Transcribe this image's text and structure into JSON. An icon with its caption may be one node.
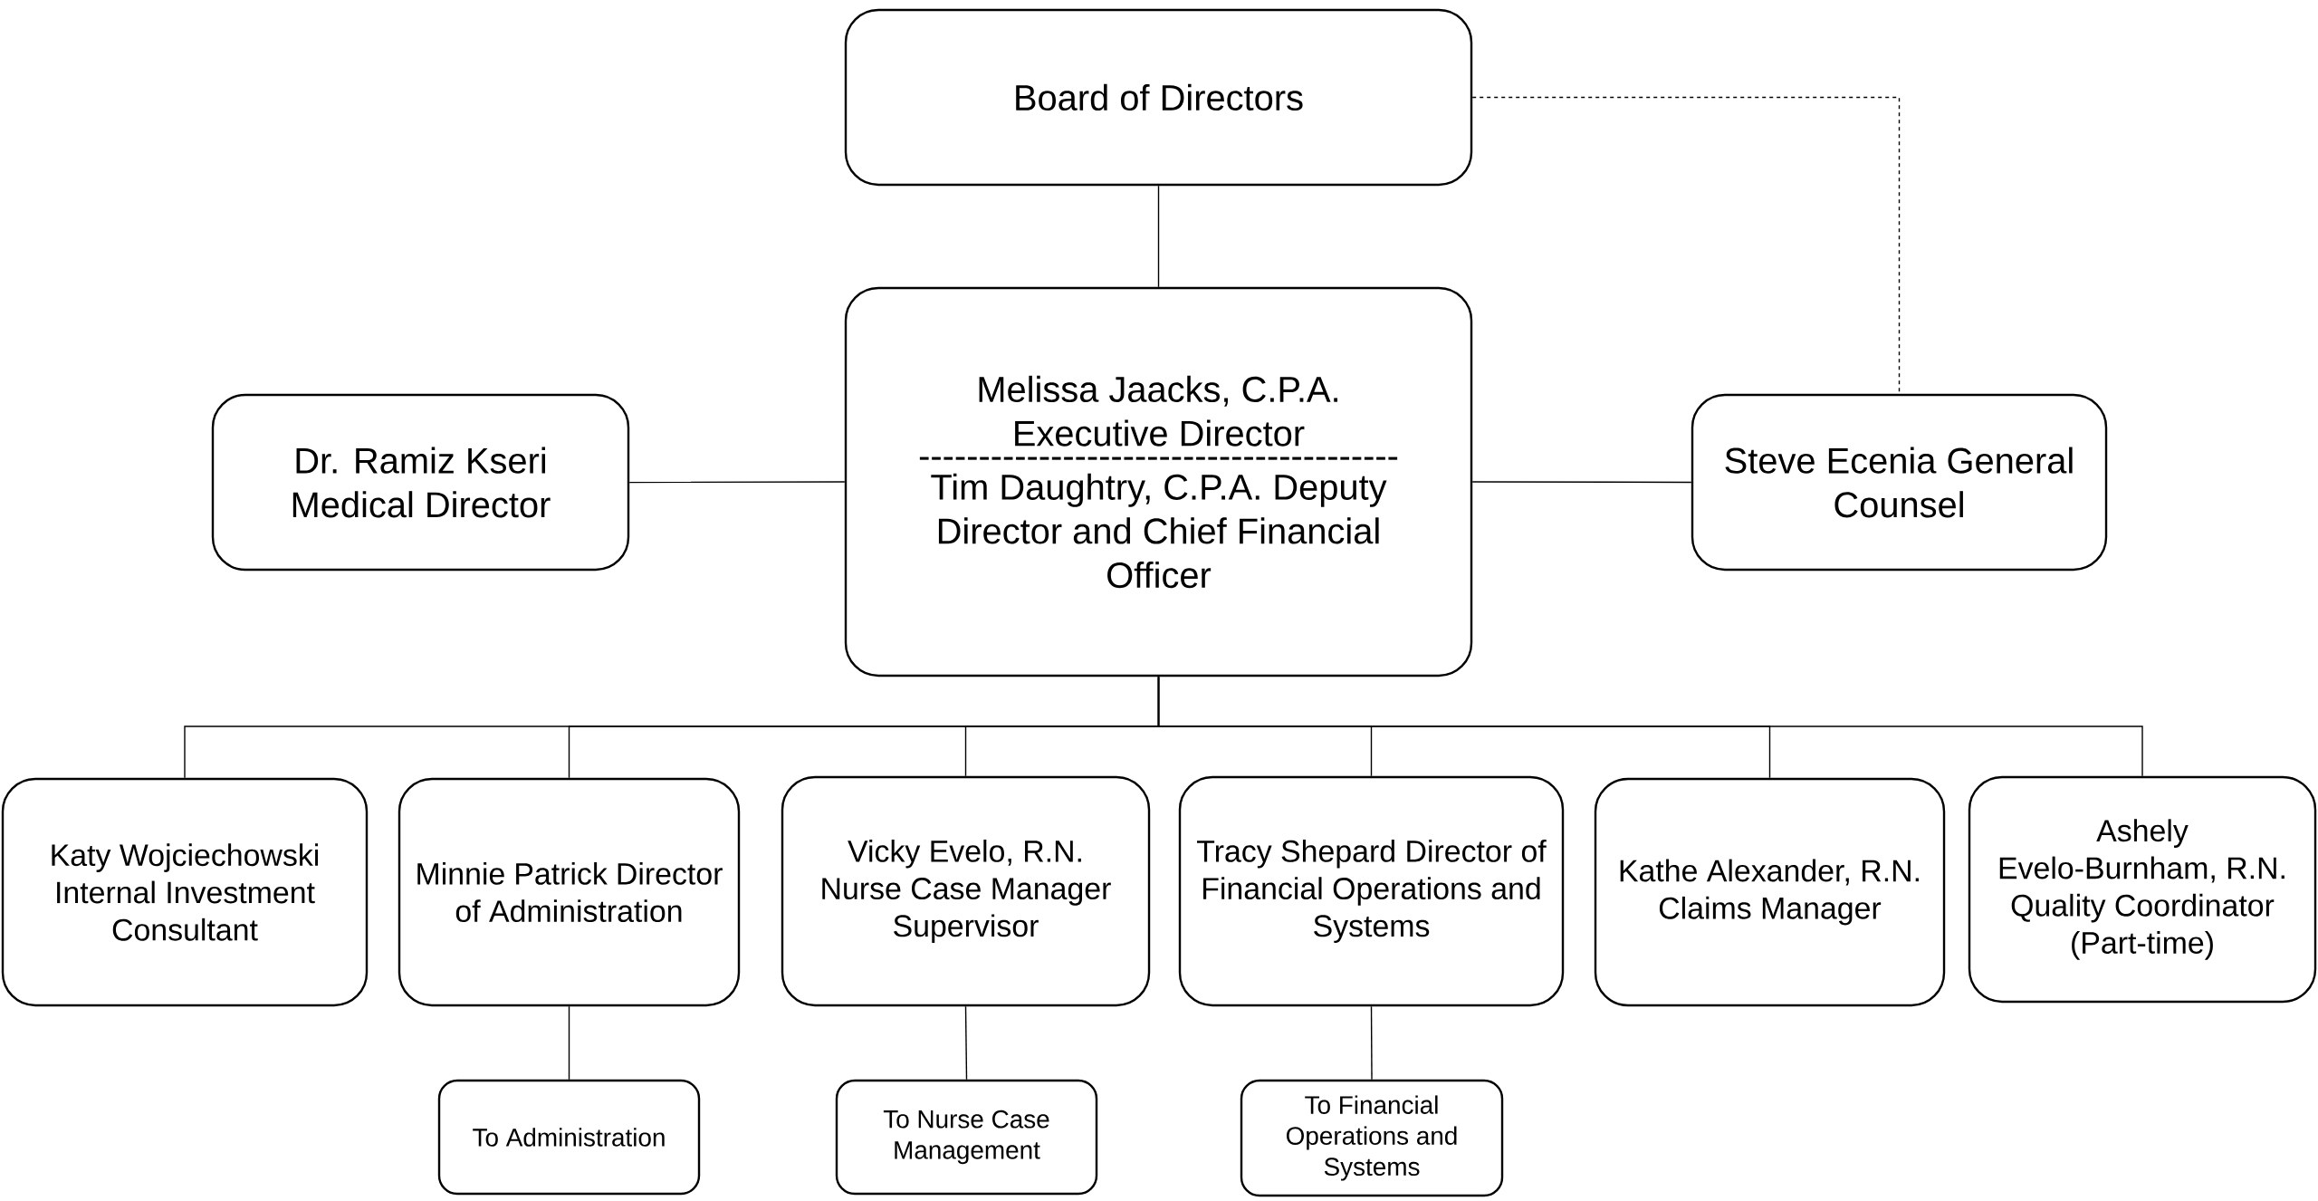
{
  "diagram": {
    "nodes": [
      {
        "text": [
          "Board of Directors"
        ]
      },
      {
        "text": [
          "Melissa Jaacks, C.P.A. Executive Director",
          "----------------------------------------",
          "Tim Daughtry, C.P.A. Deputy Director and Chief Financial Officer"
        ]
      },
      {
        "text": [
          "Dr. Ramiz Kseri Medical Director"
        ]
      },
      {
        "text": [
          "Steve Ecenia General Counsel"
        ]
      },
      {
        "text": [
          "Katy Wojciechowski Internal Investment Consultant"
        ]
      },
      {
        "text": [
          "Minnie Patrick Director of Administration"
        ]
      },
      {
        "text": [
          "Vicky Evelo, R.N. Nurse Case Manager Supervisor"
        ]
      },
      {
        "text": [
          "Tracy Shepard Director of Financial Operations and Systems"
        ]
      },
      {
        "text": [
          "Kathe Alexander, R.N. Claims Manager"
        ]
      },
      {
        "text": [
          "Ashely Evelo-Burnham, R.N. Quality Coordinator (Part-time)"
        ]
      },
      {
        "text": [
          "To Administration"
        ]
      },
      {
        "text": [
          "To Nurse Case Management"
        ]
      },
      {
        "text": [
          "To Financial Operations and Systems"
        ]
      }
    ],
    "edges": [
      {
        "from": 0,
        "to": 1,
        "arrow": "none"
      },
      {
        "from": 0,
        "to": 3,
        "arrow": "none",
        "style": "dashed"
      },
      {
        "from": 1,
        "to": 2,
        "arrow": "none"
      },
      {
        "from": 1,
        "to": 3,
        "arrow": "none"
      },
      {
        "from": 1,
        "to": 4,
        "arrow": "none"
      },
      {
        "from": 1,
        "to": 5,
        "arrow": "none"
      },
      {
        "from": 1,
        "to": 6,
        "arrow": "none"
      },
      {
        "from": 1,
        "to": 7,
        "arrow": "none"
      },
      {
        "from": 1,
        "to": 8,
        "arrow": "none"
      },
      {
        "from": 1,
        "to": 9,
        "arrow": "none"
      },
      {
        "from": 5,
        "to": 10,
        "arrow": "none"
      },
      {
        "from": 6,
        "to": 11,
        "arrow": "none"
      },
      {
        "from": 7,
        "to": 12,
        "arrow": "none"
      }
    ]
  }
}
